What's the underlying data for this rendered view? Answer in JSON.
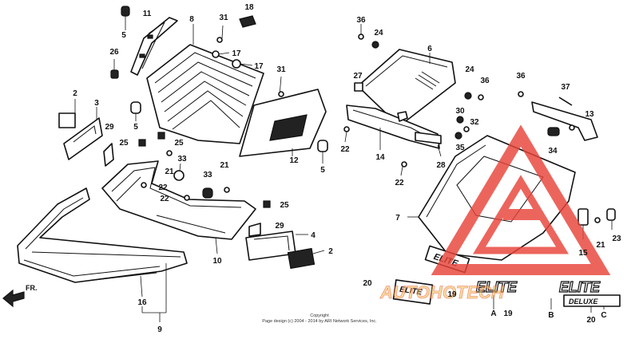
{
  "part_labels": [
    {
      "id": "p5a",
      "text": "5"
    },
    {
      "id": "p11",
      "text": "11"
    },
    {
      "id": "p8",
      "text": "8"
    },
    {
      "id": "p31a",
      "text": "31"
    },
    {
      "id": "p18",
      "text": "18"
    },
    {
      "id": "p17a",
      "text": "17"
    },
    {
      "id": "p17b",
      "text": "17"
    },
    {
      "id": "p26",
      "text": "26"
    },
    {
      "id": "p31b",
      "text": "31"
    },
    {
      "id": "p2a",
      "text": "2"
    },
    {
      "id": "p3",
      "text": "3"
    },
    {
      "id": "p5b",
      "text": "5"
    },
    {
      "id": "p29a",
      "text": "29"
    },
    {
      "id": "p25a",
      "text": "25"
    },
    {
      "id": "p25b",
      "text": "25"
    },
    {
      "id": "p21a",
      "text": "21"
    },
    {
      "id": "p33a",
      "text": "33"
    },
    {
      "id": "p12",
      "text": "12"
    },
    {
      "id": "p5c",
      "text": "5"
    },
    {
      "id": "p22a",
      "text": "22"
    },
    {
      "id": "p22b",
      "text": "22"
    },
    {
      "id": "p33b",
      "text": "33"
    },
    {
      "id": "p21b",
      "text": "21"
    },
    {
      "id": "p25c",
      "text": "25"
    },
    {
      "id": "p29b",
      "text": "29"
    },
    {
      "id": "p4",
      "text": "4"
    },
    {
      "id": "p10",
      "text": "10"
    },
    {
      "id": "p2b",
      "text": "2"
    },
    {
      "id": "p16",
      "text": "16"
    },
    {
      "id": "p9",
      "text": "9"
    },
    {
      "id": "p36a",
      "text": "36"
    },
    {
      "id": "p24a",
      "text": "24"
    },
    {
      "id": "p6",
      "text": "6"
    },
    {
      "id": "p27",
      "text": "27"
    },
    {
      "id": "p24b",
      "text": "24"
    },
    {
      "id": "p36b",
      "text": "36"
    },
    {
      "id": "p36c",
      "text": "36"
    },
    {
      "id": "p37",
      "text": "37"
    },
    {
      "id": "p30",
      "text": "30"
    },
    {
      "id": "p32",
      "text": "32"
    },
    {
      "id": "p13",
      "text": "13"
    },
    {
      "id": "p35",
      "text": "35"
    },
    {
      "id": "p22c",
      "text": "22"
    },
    {
      "id": "p14",
      "text": "14"
    },
    {
      "id": "p28",
      "text": "28"
    },
    {
      "id": "p34",
      "text": "34"
    },
    {
      "id": "p22d",
      "text": "22"
    },
    {
      "id": "p7",
      "text": "7"
    },
    {
      "id": "p15",
      "text": "15"
    },
    {
      "id": "p21c",
      "text": "21"
    },
    {
      "id": "p23",
      "text": "23"
    },
    {
      "id": "p20a",
      "text": "20"
    },
    {
      "id": "p19a",
      "text": "19"
    },
    {
      "id": "pA",
      "text": "A"
    },
    {
      "id": "p19b",
      "text": "19"
    },
    {
      "id": "pB",
      "text": "B"
    },
    {
      "id": "p20b",
      "text": "20"
    },
    {
      "id": "pC",
      "text": "C"
    }
  ],
  "direction_label": "FR.",
  "emblem": {
    "elite": "ELITE",
    "deluxe": "DELUXE"
  },
  "copyright": {
    "line1": "Copyright",
    "line2": "Page design (c) 2004 - 2014 by ARI Network Services, Inc."
  },
  "watermark": {
    "text": "AUTOHOTECH",
    "color": "#e8443a",
    "gold": "#f2c14e"
  }
}
